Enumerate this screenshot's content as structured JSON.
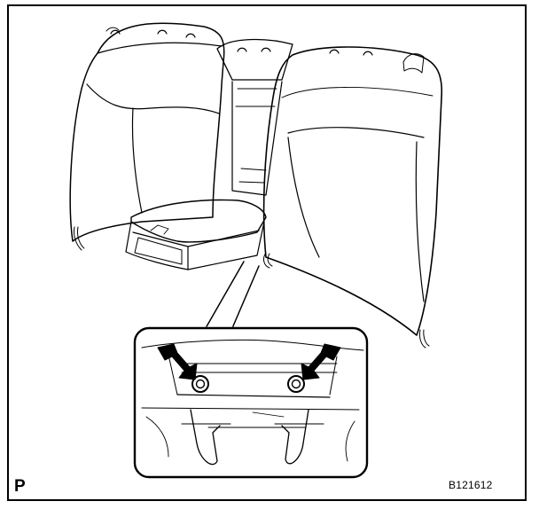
{
  "labels": {
    "corner": "P",
    "figure_id": "B121612"
  },
  "colors": {
    "line": "#000000",
    "background": "#ffffff"
  },
  "parts": {
    "callout_arrows": 2,
    "bolts": 2
  }
}
